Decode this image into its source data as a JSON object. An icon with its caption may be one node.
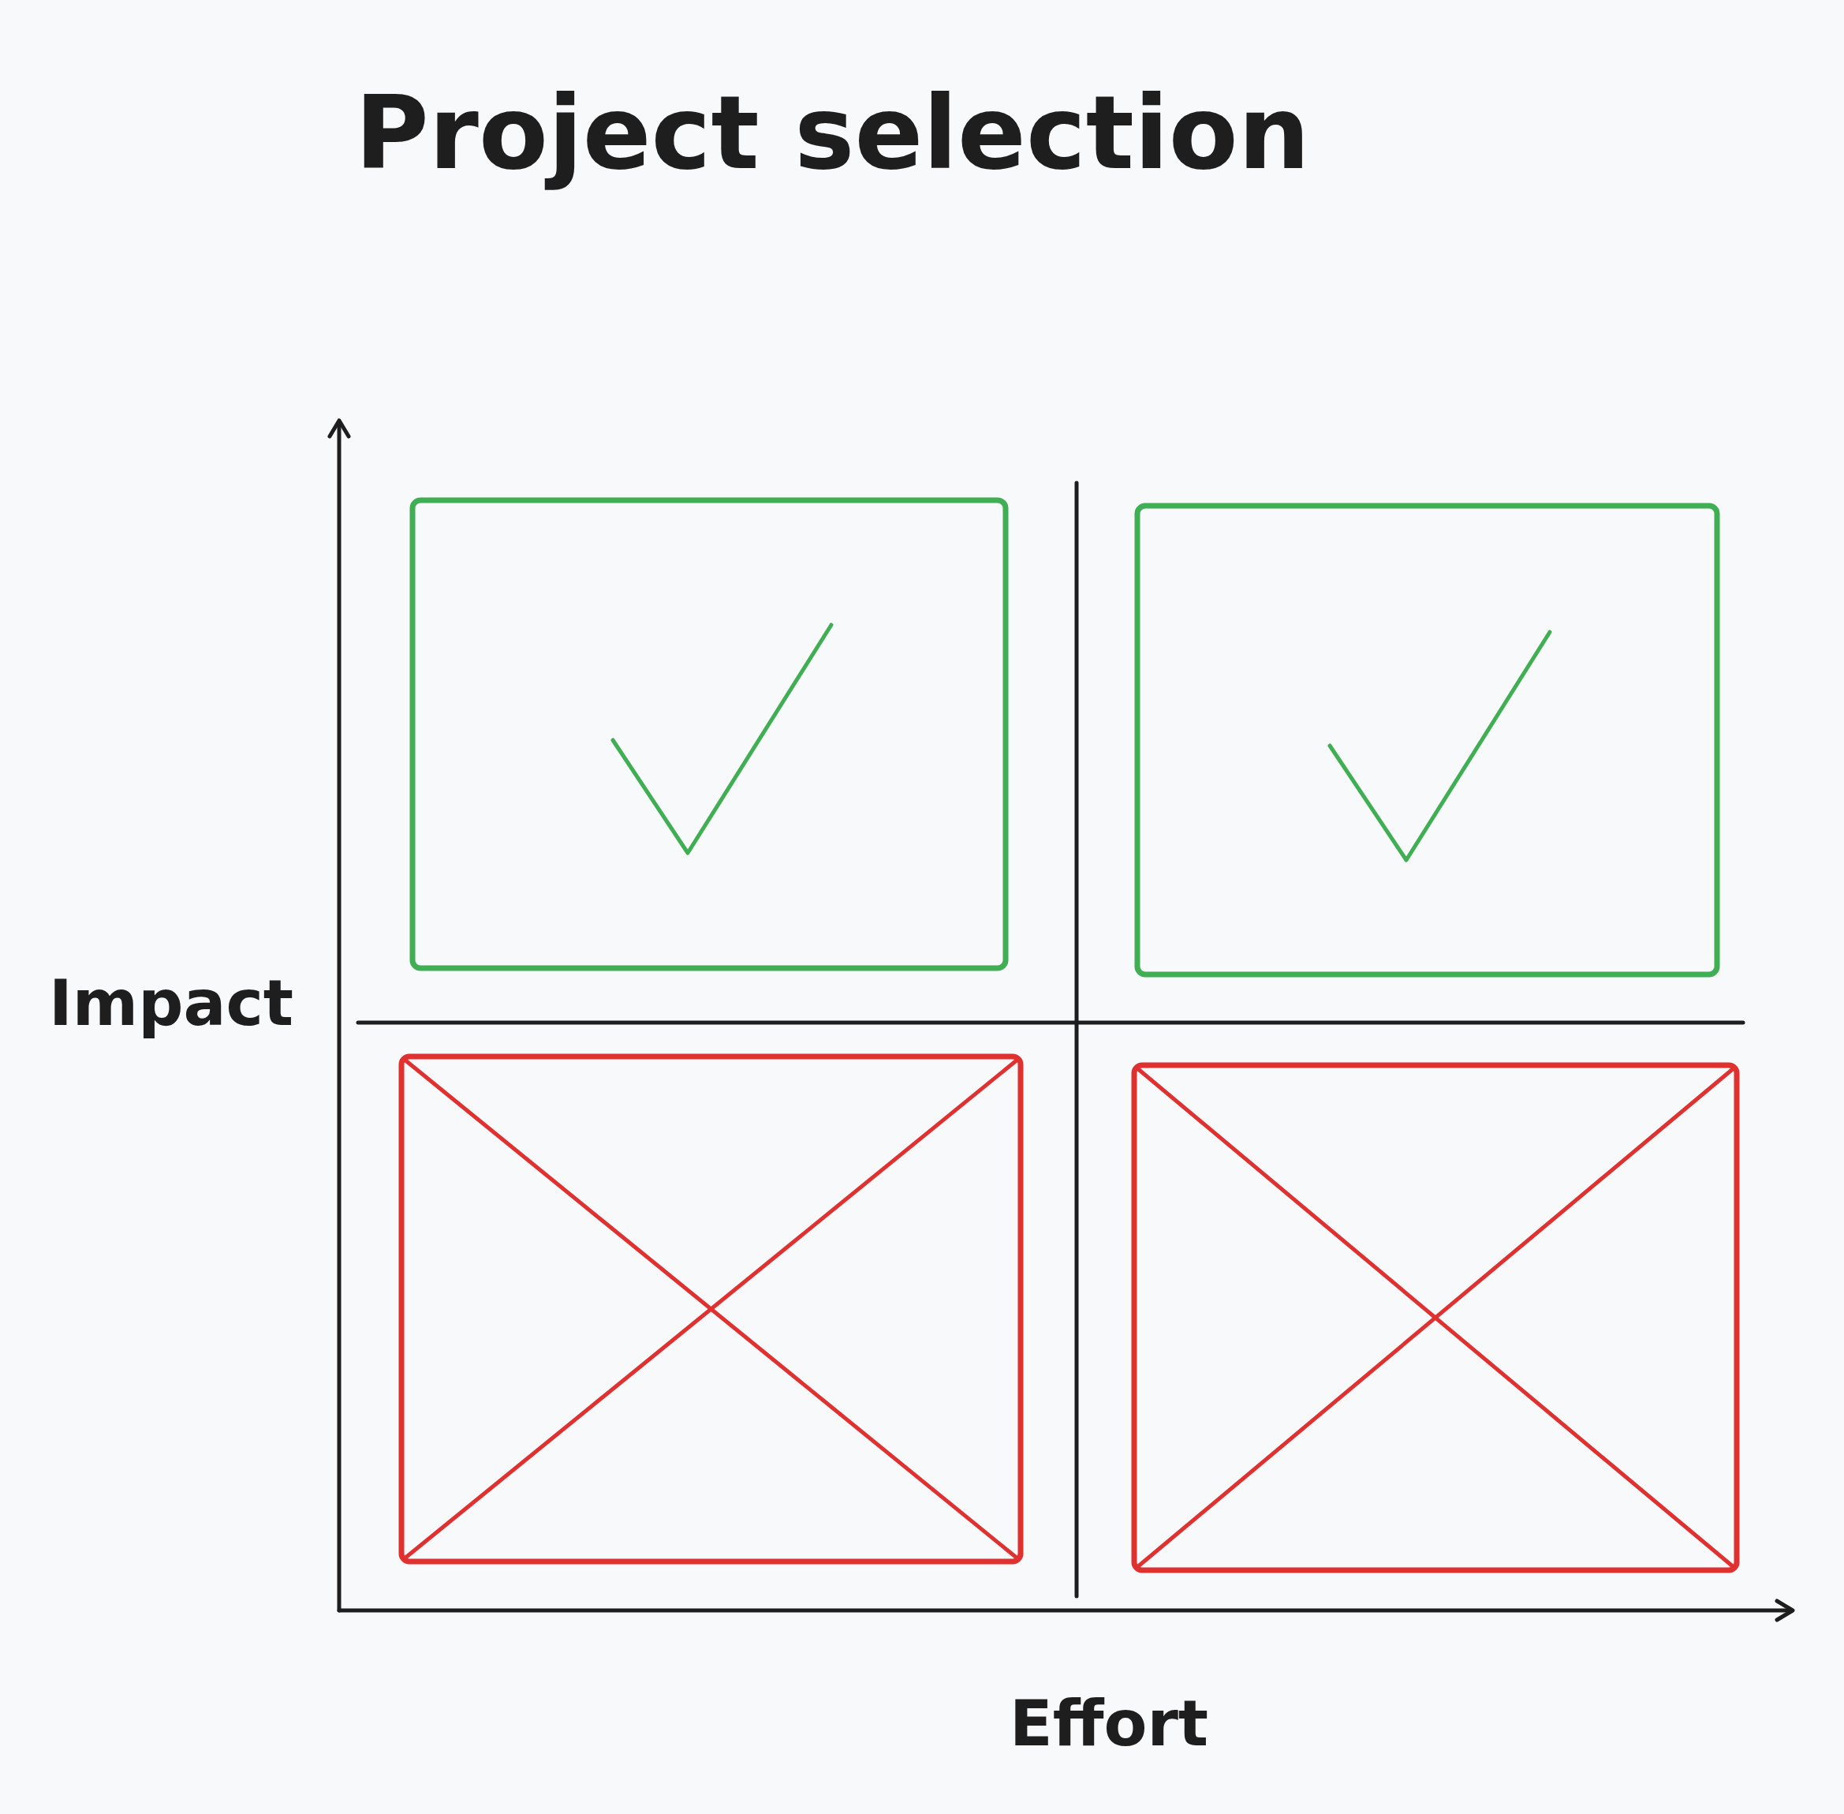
{
  "diagram": {
    "title": "Project selection",
    "labels": [
      "Impact",
      "Effort"
    ]
  }
}
